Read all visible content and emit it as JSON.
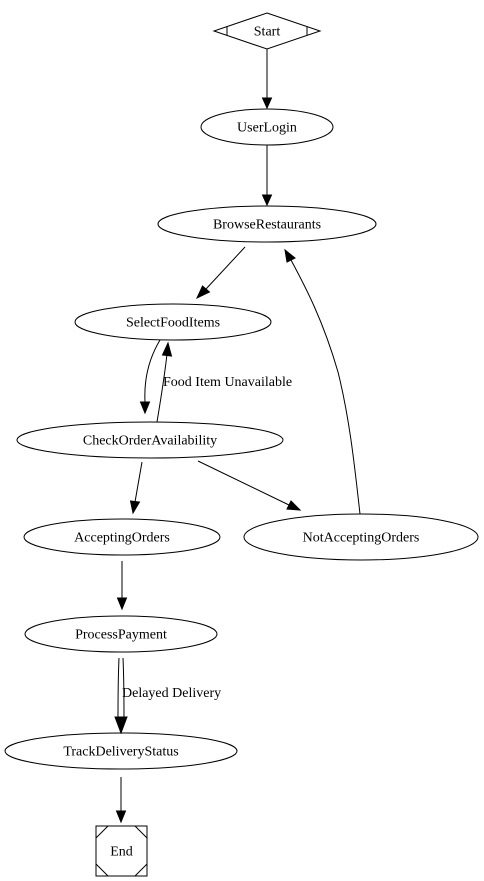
{
  "diagram": {
    "nodes": {
      "start": "Start",
      "user_login": "UserLogin",
      "browse_restaurants": "BrowseRestaurants",
      "select_food_items": "SelectFoodItems",
      "check_order_availability": "CheckOrderAvailability",
      "accepting_orders": "AcceptingOrders",
      "not_accepting_orders": "NotAcceptingOrders",
      "process_payment": "ProcessPayment",
      "track_delivery_status": "TrackDeliveryStatus",
      "end": "End"
    },
    "edge_labels": {
      "food_item_unavailable": "Food Item Unavailable",
      "delayed_delivery": "Delayed Delivery"
    },
    "edges": [
      {
        "from": "Start",
        "to": "UserLogin"
      },
      {
        "from": "UserLogin",
        "to": "BrowseRestaurants"
      },
      {
        "from": "BrowseRestaurants",
        "to": "SelectFoodItems"
      },
      {
        "from": "SelectFoodItems",
        "to": "CheckOrderAvailability"
      },
      {
        "from": "CheckOrderAvailability",
        "to": "SelectFoodItems",
        "label": "Food Item Unavailable"
      },
      {
        "from": "CheckOrderAvailability",
        "to": "AcceptingOrders"
      },
      {
        "from": "CheckOrderAvailability",
        "to": "NotAcceptingOrders"
      },
      {
        "from": "NotAcceptingOrders",
        "to": "BrowseRestaurants"
      },
      {
        "from": "AcceptingOrders",
        "to": "ProcessPayment"
      },
      {
        "from": "ProcessPayment",
        "to": "TrackDeliveryStatus"
      },
      {
        "from": "ProcessPayment",
        "to": "TrackDeliveryStatus",
        "label": "Delayed Delivery"
      },
      {
        "from": "TrackDeliveryStatus",
        "to": "End"
      }
    ]
  }
}
